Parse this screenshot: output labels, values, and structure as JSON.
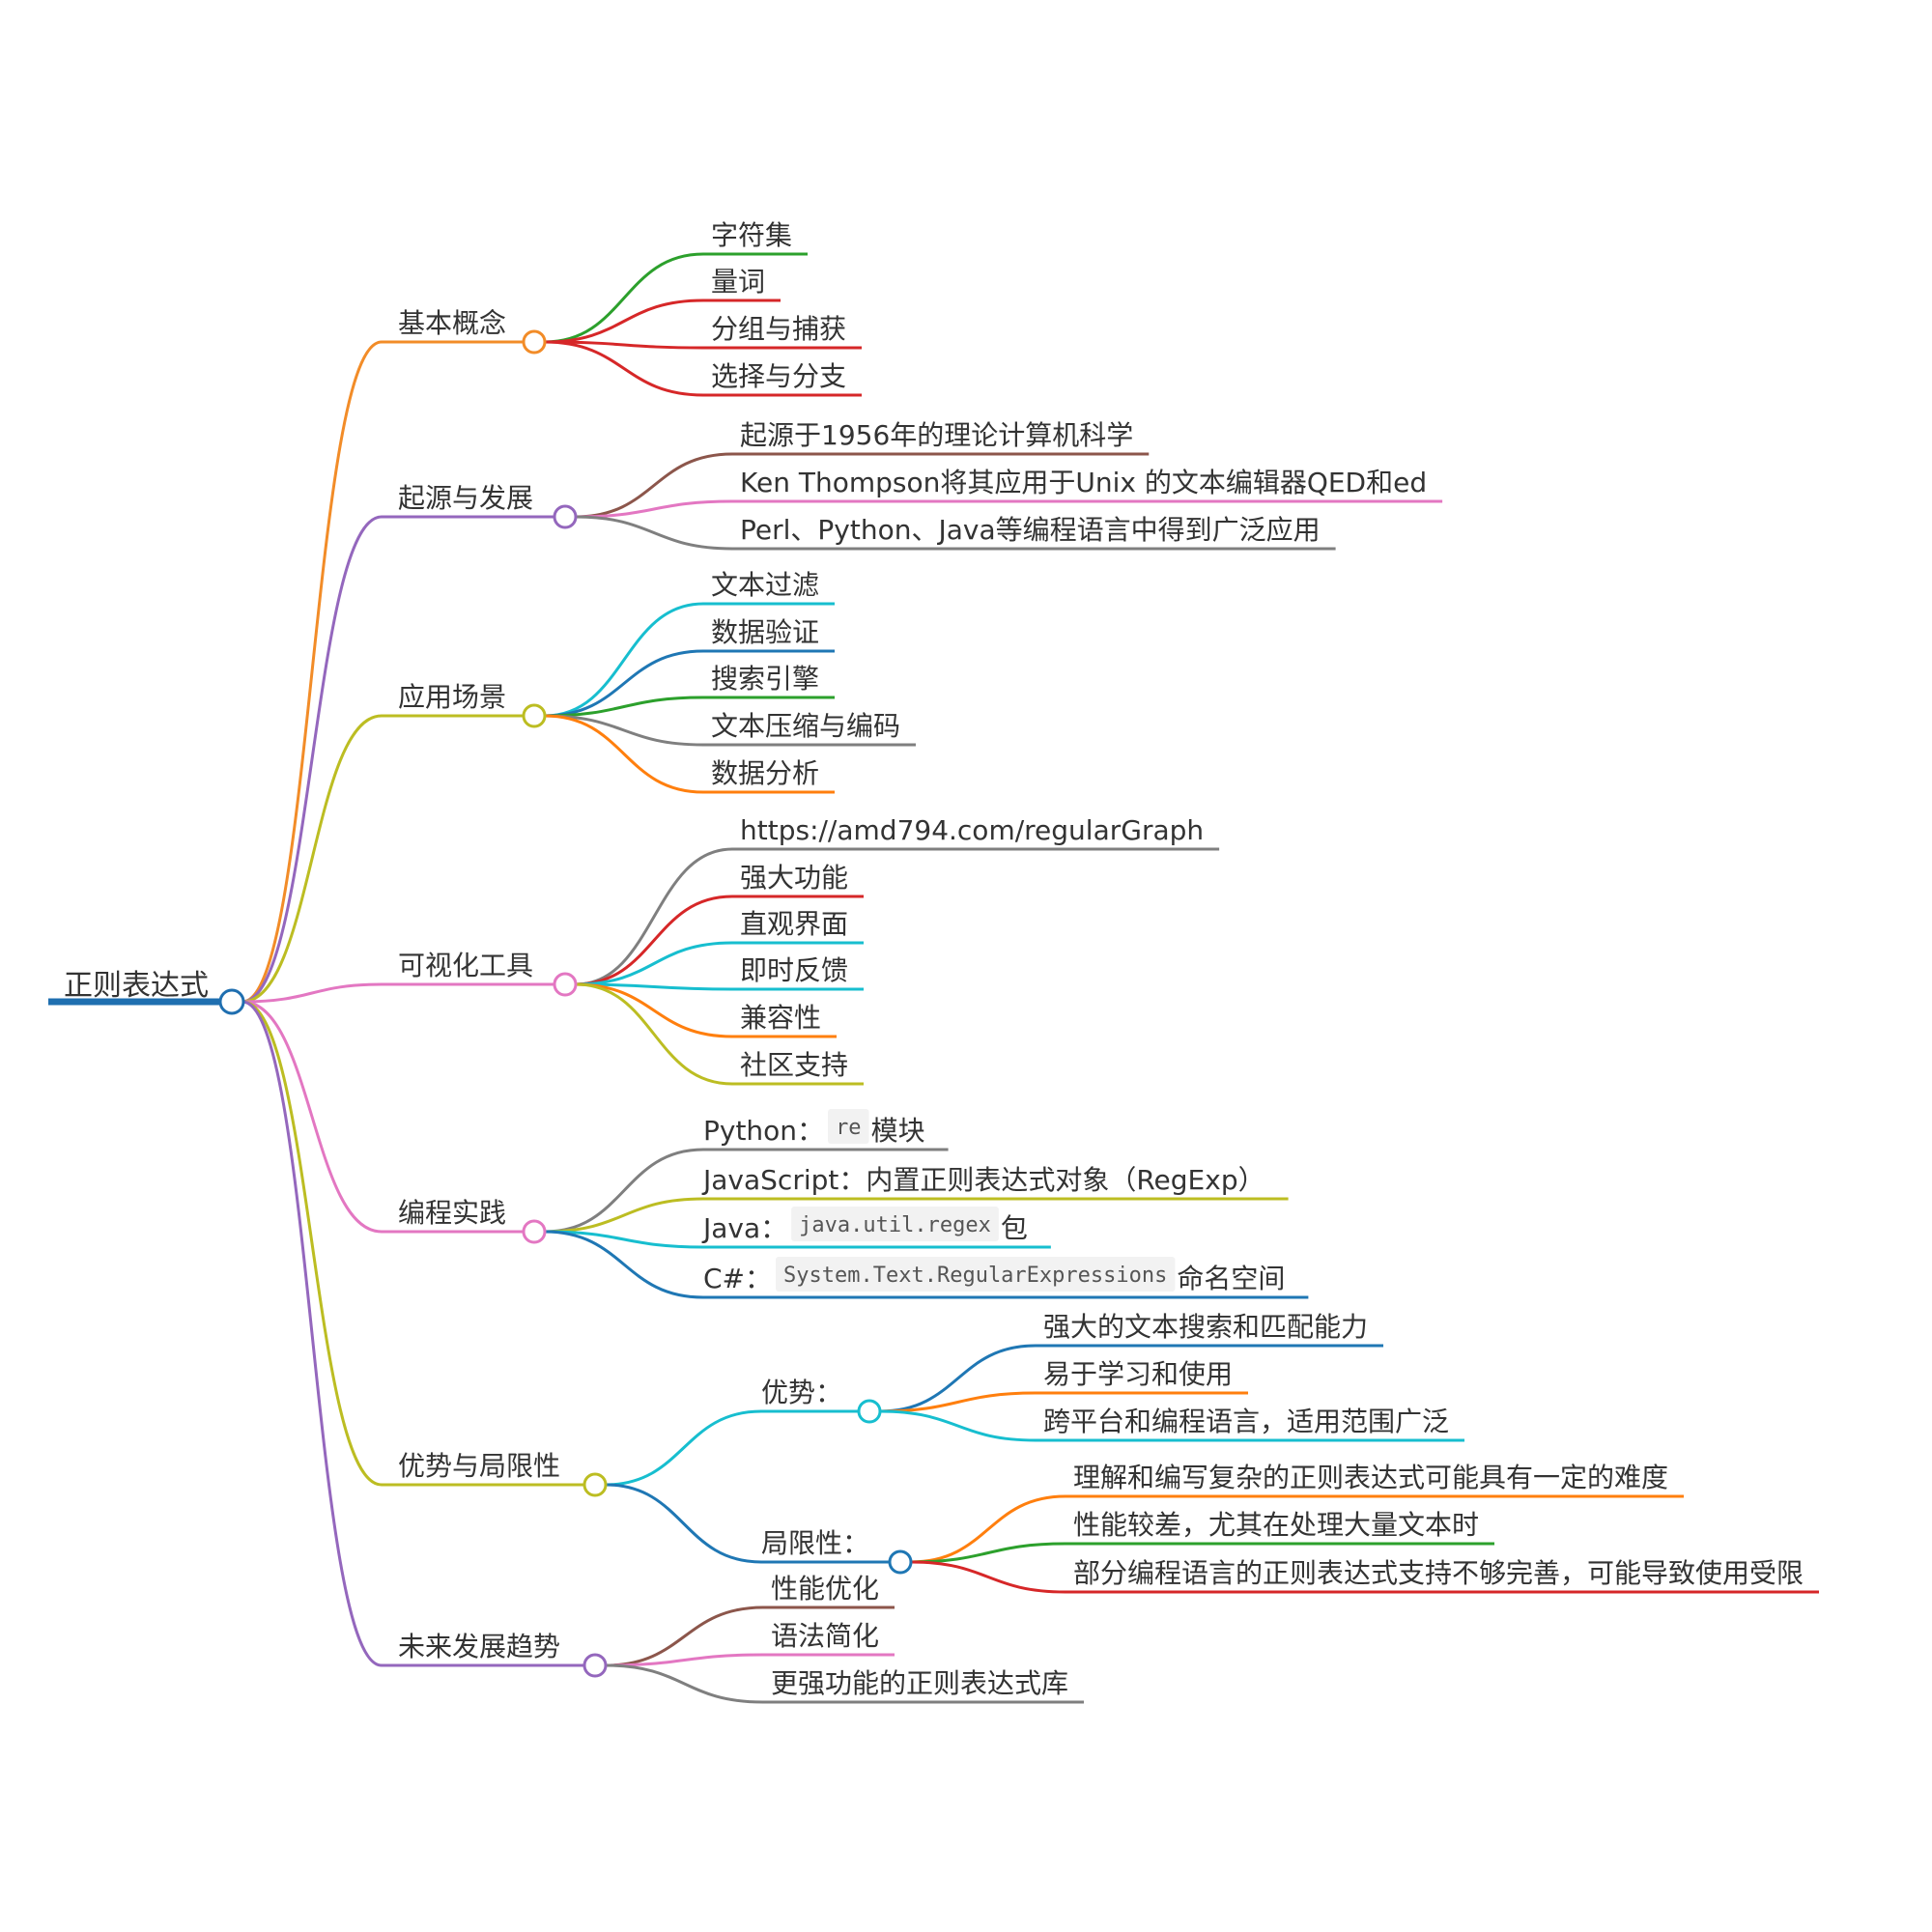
{
  "root": {
    "label": "正则表达式",
    "color": "#1f6fb0"
  },
  "branches": [
    {
      "id": "basic",
      "label": "基本概念",
      "color": "#f28c28",
      "children": [
        {
          "label": "字符集",
          "color": "#2ca02c"
        },
        {
          "label": "量词",
          "color": "#d62728"
        },
        {
          "label": "分组与捕获",
          "color": "#d62728"
        },
        {
          "label": "选择与分支",
          "color": "#d62728"
        }
      ]
    },
    {
      "id": "origin",
      "label": "起源与发展",
      "color": "#9467bd",
      "children": [
        {
          "label": "起源于1956年的理论计算机科学",
          "color": "#8c564b"
        },
        {
          "label": "Ken Thompson将其应用于Unix 的文本编辑器QED和ed",
          "color": "#e377c2"
        },
        {
          "label": "Perl、Python、Java等编程语言中得到广泛应用",
          "color": "#7f7f7f"
        }
      ]
    },
    {
      "id": "scenes",
      "label": "应用场景",
      "color": "#bcbd22",
      "children": [
        {
          "label": "文本过滤",
          "color": "#17becf"
        },
        {
          "label": "数据验证",
          "color": "#1f77b4"
        },
        {
          "label": "搜索引擎",
          "color": "#2ca02c"
        },
        {
          "label": "文本压缩与编码",
          "color": "#7f7f7f"
        },
        {
          "label": "数据分析",
          "color": "#ff7f0e"
        }
      ]
    },
    {
      "id": "tools",
      "label": "可视化工具",
      "color": "#e377c2",
      "children": [
        {
          "label": "https://amd794.com/regularGraph",
          "color": "#7f7f7f"
        },
        {
          "label": "强大功能",
          "color": "#d62728"
        },
        {
          "label": "直观界面",
          "color": "#17becf"
        },
        {
          "label": "即时反馈",
          "color": "#17becf"
        },
        {
          "label": "兼容性",
          "color": "#ff7f0e"
        },
        {
          "label": "社区支持",
          "color": "#bcbd22"
        }
      ]
    },
    {
      "id": "practice",
      "label": "编程实践",
      "color": "#e377c2",
      "children": [
        {
          "color": "#7f7f7f",
          "parts": [
            {
              "t": "Python："
            },
            {
              "code": "re"
            },
            {
              "t": "模块"
            }
          ]
        },
        {
          "color": "#bcbd22",
          "parts": [
            {
              "t": "JavaScript：内置正则表达式对象（RegExp）"
            }
          ]
        },
        {
          "color": "#17becf",
          "parts": [
            {
              "t": "Java："
            },
            {
              "code": "java.util.regex"
            },
            {
              "t": "包"
            }
          ]
        },
        {
          "color": "#1f77b4",
          "parts": [
            {
              "t": "C#："
            },
            {
              "code": "System.Text.RegularExpressions"
            },
            {
              "t": "命名空间"
            }
          ]
        }
      ]
    },
    {
      "id": "prosCons",
      "label": "优势与局限性",
      "color": "#bcbd22",
      "children": [
        {
          "label": "优势：",
          "color": "#17becf",
          "children": [
            {
              "label": "强大的文本搜索和匹配能力",
              "color": "#1f77b4"
            },
            {
              "label": "易于学习和使用",
              "color": "#ff7f0e"
            },
            {
              "label": "跨平台和编程语言，适用范围广泛",
              "color": "#17becf"
            }
          ]
        },
        {
          "label": "局限性：",
          "color": "#1f77b4",
          "children": [
            {
              "label": "理解和编写复杂的正则表达式可能具有一定的难度",
              "color": "#ff7f0e"
            },
            {
              "label": "性能较差，尤其在处理大量文本时",
              "color": "#2ca02c"
            },
            {
              "label": "部分编程语言的正则表达式支持不够完善，可能导致使用受限",
              "color": "#d62728"
            }
          ]
        }
      ]
    },
    {
      "id": "future",
      "label": "未来发展趋势",
      "color": "#9467bd",
      "children": [
        {
          "label": "性能优化",
          "color": "#8c564b"
        },
        {
          "label": "语法简化",
          "color": "#e377c2"
        },
        {
          "label": "更强功能的正则表达式库",
          "color": "#7f7f7f"
        }
      ]
    }
  ]
}
